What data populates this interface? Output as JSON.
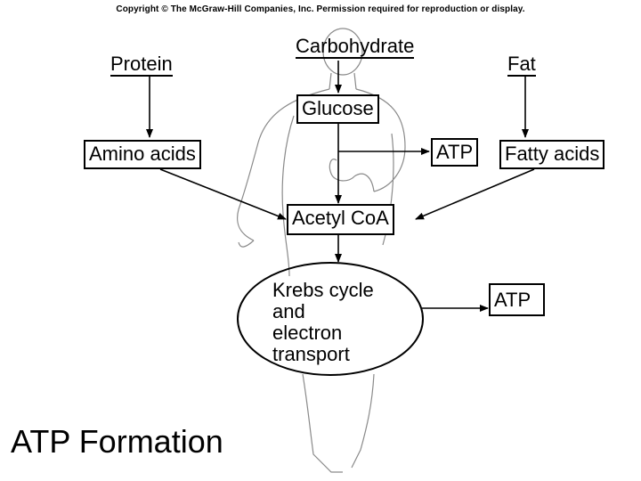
{
  "copyright": "Copyright © The McGraw-Hill Companies, Inc. Permission required for reproduction or display.",
  "sources": {
    "protein": "Protein",
    "carbohydrate": "Carbohydrate",
    "fat": "Fat"
  },
  "nodes": {
    "glucose": "Glucose",
    "amino_acids": "Amino acids",
    "atp_glucose": "ATP",
    "fatty_acids": "Fatty acids",
    "acetyl_coa": "Acetyl CoA",
    "krebs_lines": [
      "Krebs cycle",
      "and",
      "electron",
      "transport"
    ],
    "atp_krebs": "ATP"
  },
  "title": "ATP Formation"
}
